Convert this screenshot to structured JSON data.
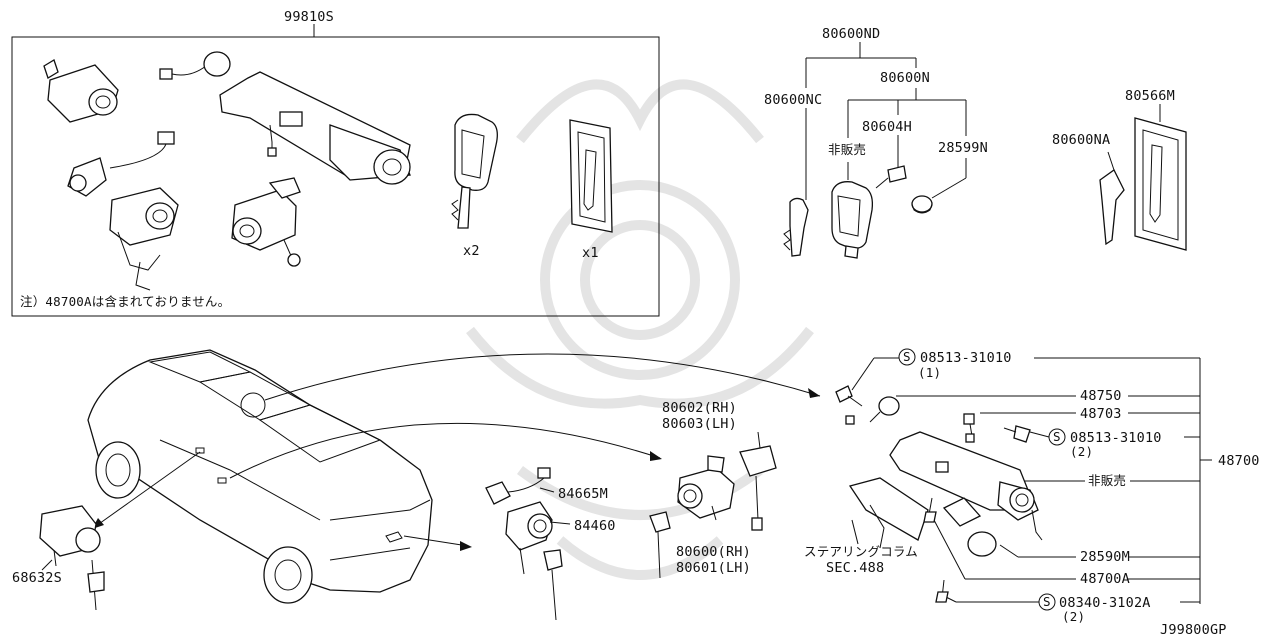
{
  "diagram": {
    "corner_code": "J99800GP",
    "kit_box": {
      "part_no": "99810S",
      "note": "注）48700Aは含まれておりません。",
      "qty_key": "x2",
      "qty_plate": "x1"
    },
    "labels": {
      "p80600ND": "80600ND",
      "p80600N": "80600N",
      "p80600NC": "80600NC",
      "p80604H": "80604H",
      "p28599N": "28599N",
      "not_sold_1": "非販売",
      "p80566M": "80566M",
      "p80600NA": "80600NA",
      "p08513_1": "08513-31010",
      "p08513_1_qty": "(1)",
      "p48750": "48750",
      "p48703": "48703",
      "p08513_2": "08513-31010",
      "p08513_2_qty": "(2)",
      "p48700": "48700",
      "not_sold_2": "非販売",
      "p28590M": "28590M",
      "p48700A": "48700A",
      "p08340": "08340-3102A",
      "p08340_qty": "(2)",
      "steering_column": "ステアリングコラム",
      "sec_ref": "SEC.488",
      "p80602": "80602(RH)",
      "p80603": "80603(LH)",
      "p84665M": "84665M",
      "p84460": "84460",
      "p80600": "80600(RH)",
      "p80601": "80601(LH)",
      "p68632S": "68632S",
      "screw_symbol": "S"
    }
  }
}
